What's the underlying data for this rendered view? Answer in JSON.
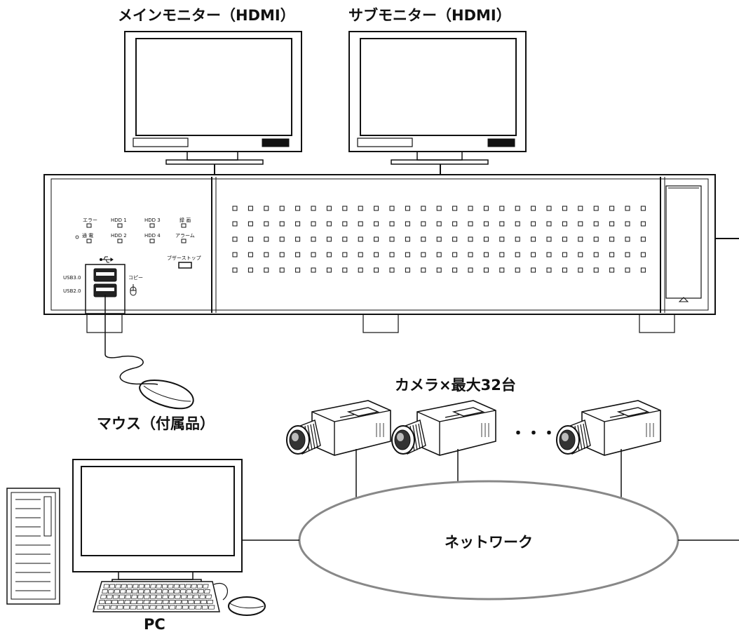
{
  "labels": {
    "main_monitor": "メインモニター（HDMI）",
    "sub_monitor": "サブモニター（HDMI）",
    "cameras": "カメラ×最大32台",
    "mouse": "マウス（付属品）",
    "network": "ネットワーク",
    "pc": "PC",
    "camera_ellipsis": "・・・"
  },
  "recorder_panel": {
    "led_error": "エラー",
    "led_comm": "通 電",
    "led_hdd1": "HDD 1",
    "led_hdd2": "HDD 2",
    "led_hdd3": "HDD 3",
    "led_hdd4": "HDD 4",
    "led_rec": "録 画",
    "led_alarm": "アラーム",
    "buzzer_stop": "ブザーストップ",
    "usb30": "USB3.0",
    "usb20": "USB2.0",
    "copy": "コピー"
  }
}
